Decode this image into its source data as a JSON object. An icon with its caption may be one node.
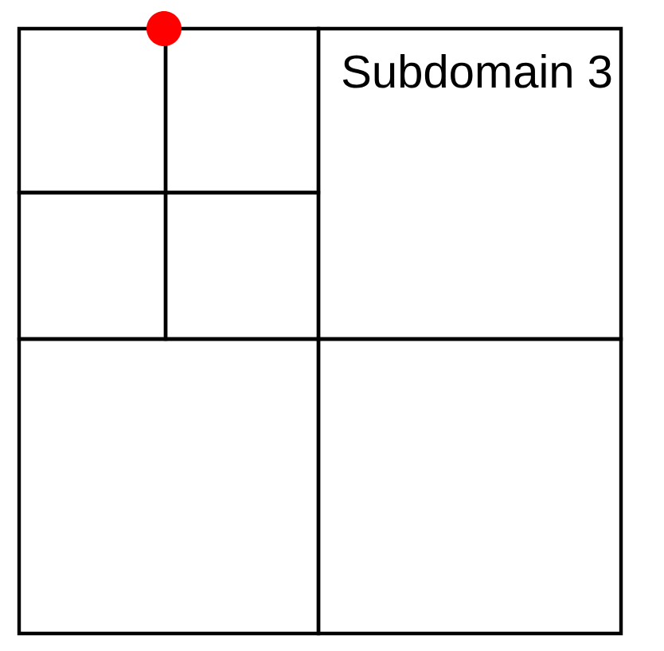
{
  "diagram": {
    "nodes": [
      {
        "text": [],
        "shape": "box"
      },
      {
        "text": [],
        "shape": "box"
      },
      {
        "text": [
          "Subdomain 3"
        ]
      },
      {
        "text": [],
        "shape": "box"
      },
      {
        "text": [],
        "shape": "box"
      },
      {
        "text": [],
        "shape": "box"
      },
      {
        "text": [],
        "shape": "box"
      }
    ]
  }
}
